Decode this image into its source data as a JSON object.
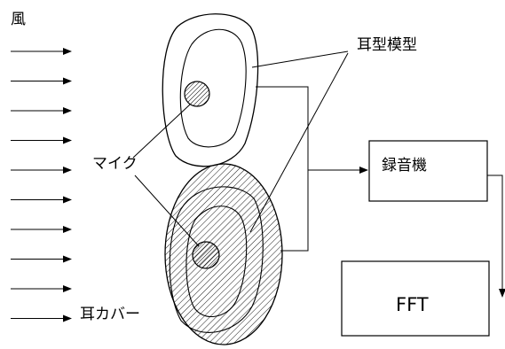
{
  "labels": {
    "wind": "風",
    "ear_model": "耳型模型",
    "microphone": "マイク",
    "ear_cover": "耳カバー",
    "recorder": "録音機",
    "fft": "FFT"
  },
  "wind_arrow_count": 10,
  "colors": {
    "line": "#000000",
    "background": "#ffffff"
  }
}
